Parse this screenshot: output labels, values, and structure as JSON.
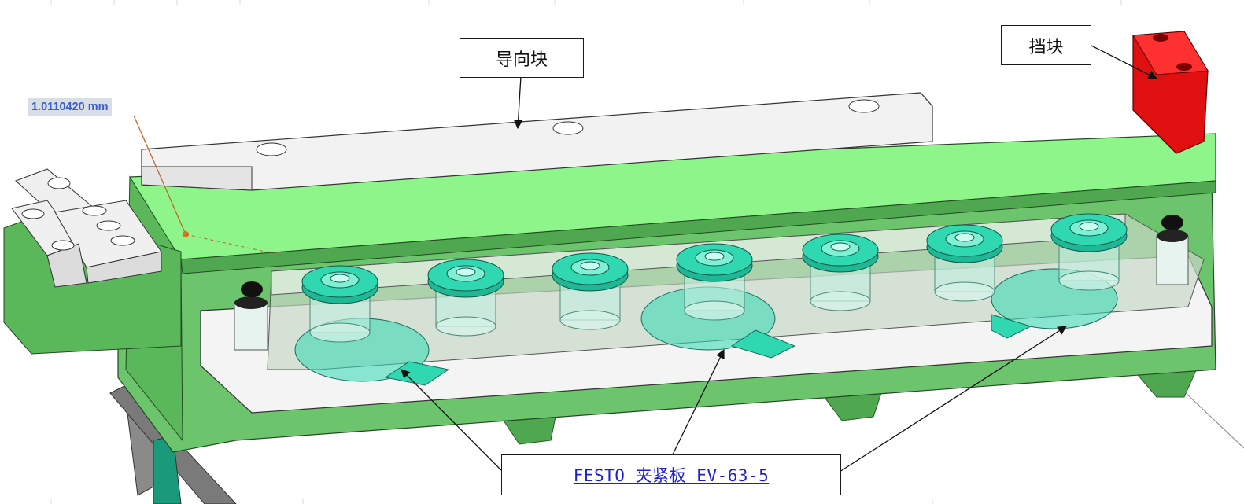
{
  "labels": {
    "guide_block": "导向块",
    "stop_block": "挡块",
    "clamp_plate": "FESTO 夹紧板 EV-63-5"
  },
  "measurement": {
    "value": "1.0110420 mm"
  },
  "colors": {
    "frame_green": "#6cc46c",
    "top_green": "#8ef58a",
    "guide_white": "#f2f2f2",
    "stop_red": "#e01010",
    "clamp_teal": "#2fd8b0",
    "measure_text": "#3a5fc8",
    "link_text": "#1f1fd0"
  },
  "icons": {
    "leader_arrow": "arrow-icon",
    "cylinder_bumper": "bumper-icon"
  }
}
